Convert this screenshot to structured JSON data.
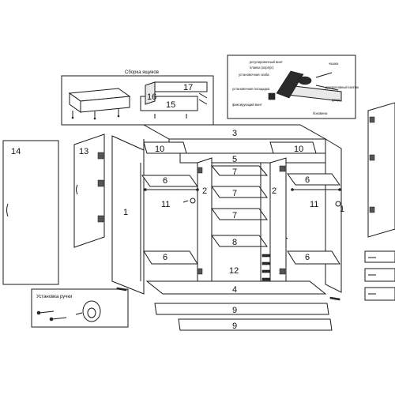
{
  "part_labels": {
    "p1": "1",
    "p2": "2",
    "p3": "3",
    "p4": "4",
    "p5": "5",
    "p6": "6",
    "p7": "7",
    "p8": "8",
    "p9": "9",
    "p10": "10",
    "p11": "11",
    "p12": "12",
    "p13": "13",
    "p14": "14",
    "p15": "15",
    "p16": "16",
    "p17": "17"
  },
  "callouts": {
    "drawer_assembly": "Сборка ящиков",
    "handle_install": "Установка ручки",
    "hinge": [
      "регулировочный винт",
      "планка (корпус)",
      "установочная скоба",
      "установочная площадка",
      "фиксирующий винт",
      "чашка",
      "декоративный колпак",
      "дверь",
      "боковина"
    ]
  }
}
